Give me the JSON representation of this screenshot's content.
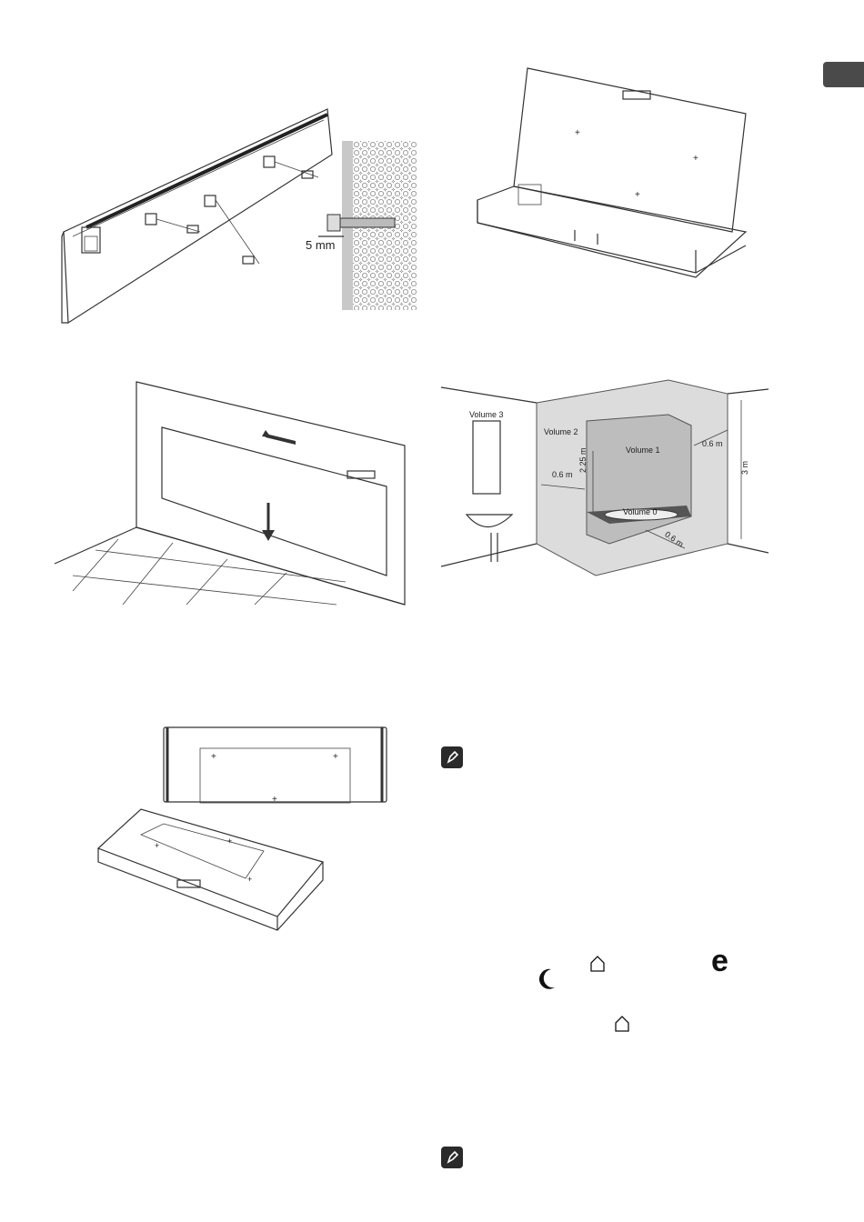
{
  "figure_wall_mount": {
    "gap_label": "5 mm"
  },
  "figure_bathroom": {
    "volume3": "Volume 3",
    "volume2": "Volume 2",
    "volume1": "Volume 1",
    "volume0": "Volume 0",
    "height_225": "2.25 m",
    "dist_left": "0.6 m",
    "dist_right": "0.6 m",
    "dist_bottom": "0.6 m",
    "height_3": "3 m"
  },
  "icons": {
    "note_icon_1": "note-icon",
    "note_icon_2": "note-icon",
    "moon": "moon-icon",
    "home_1": "home-icon",
    "home_2": "home-icon",
    "eco_glyph": "e"
  },
  "colors": {
    "tab": "#4a4a4a",
    "zone_dark": "#bdbdbd",
    "zone_light": "#dcdcdc"
  }
}
